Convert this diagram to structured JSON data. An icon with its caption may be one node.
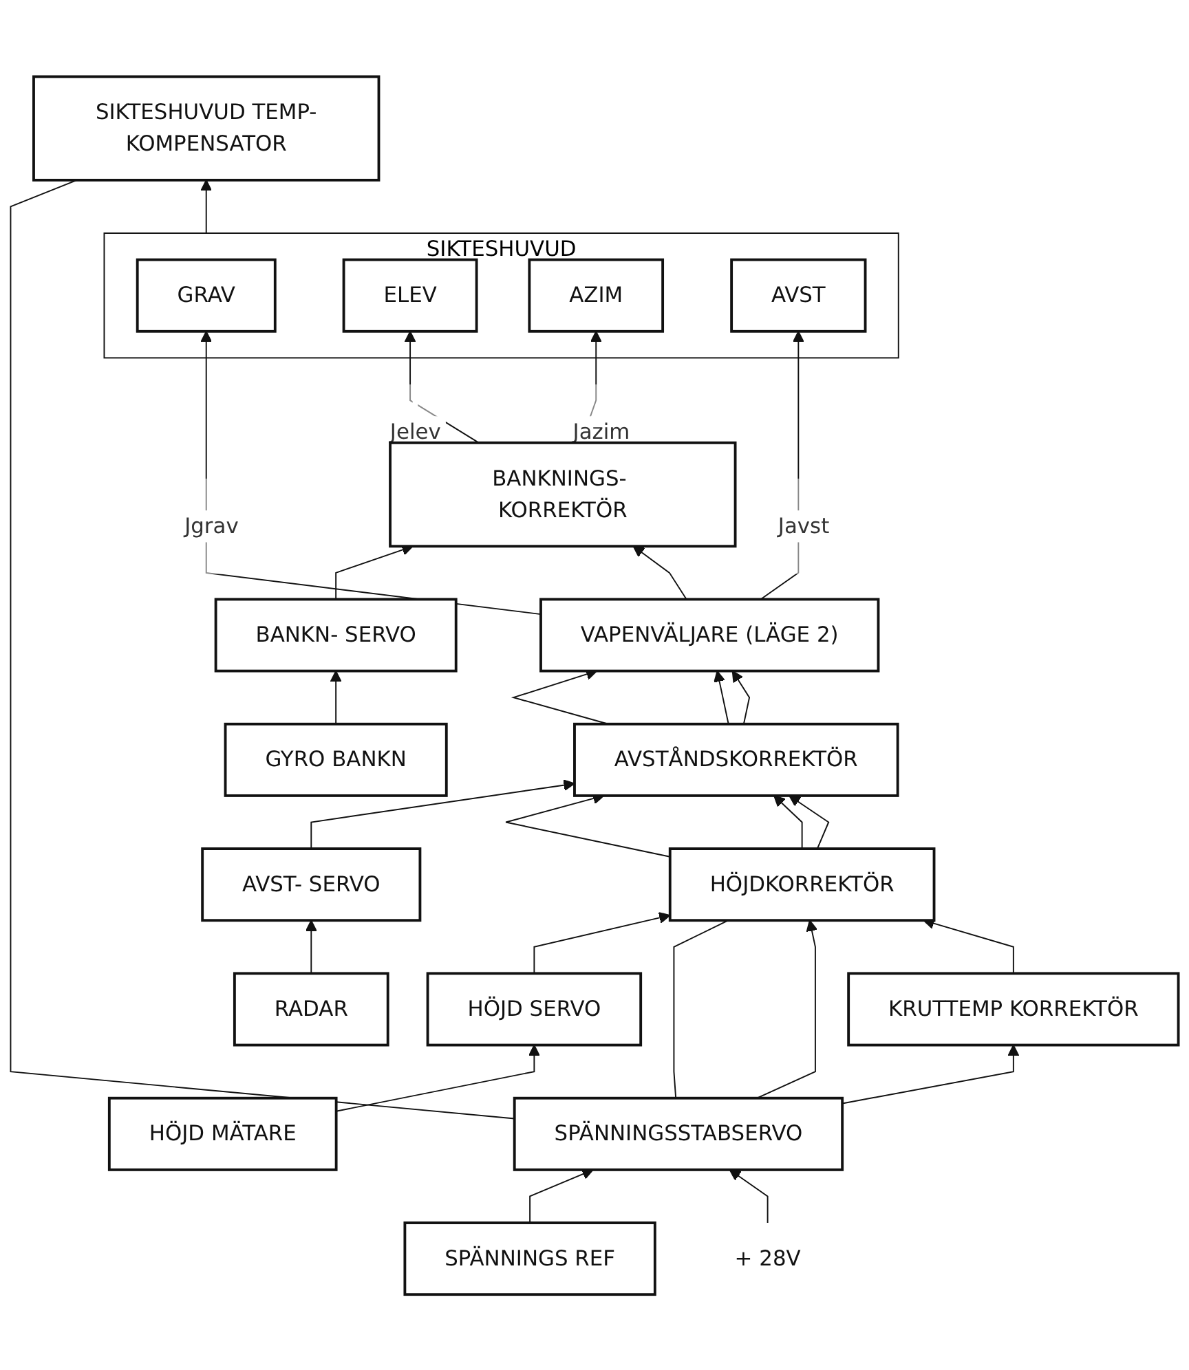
{
  "diagram": {
    "nodes": [
      {
        "text": [
          "SIKTESHUVUD"
        ]
      },
      {
        "text": [
          "GRAV"
        ],
        "in": 0
      },
      {
        "text": [
          "ELEV"
        ],
        "in": 0
      },
      {
        "text": [
          "AZIM"
        ],
        "in": 0
      },
      {
        "text": [
          "AVST"
        ],
        "in": 0
      },
      {
        "text": [
          "GYRO BANKN"
        ]
      },
      {
        "text": [
          "BANKN- SERVO"
        ]
      },
      {
        "text": [
          "BANKNINGS- KORREKTÖR"
        ]
      },
      {
        "text": [
          "VAPENVÄLJARE (LÄGE 2)"
        ]
      },
      {
        "text": [
          "RADAR"
        ]
      },
      {
        "text": [
          "AVST- SERVO"
        ]
      },
      {
        "text": [
          "AVSTÅNDSKORREKTÖR"
        ]
      },
      {
        "text": [
          "HÖJD MÄTARE"
        ]
      },
      {
        "text": [
          "HÖJD SERVO"
        ]
      },
      {
        "text": [
          "HÖJDKORREKTÖR"
        ]
      },
      {
        "text": [
          "KRUTTEMP KORREKTÖR"
        ]
      },
      {
        "text": [
          "SIKTESHUVUD TEMP-KOMPENSATOR"
        ]
      },
      {
        "text": [
          "SPÄNNINGS REF"
        ]
      },
      {
        "text": [
          "SPÄNNINGSSTABSERVO"
        ]
      },
      {
        "text": [
          "+ 28V"
        ]
      }
    ],
    "edges": [
      {
        "from": 5,
        "to": 6,
        "arrow": "to"
      },
      {
        "from": 6,
        "to": 7,
        "arrow": "to"
      },
      {
        "from": 8,
        "to": 1,
        "arrow": "to",
        "label": "Jgrav"
      },
      {
        "from": 7,
        "to": 2,
        "arrow": "to",
        "label": "Jelev"
      },
      {
        "from": 7,
        "to": 3,
        "arrow": "to",
        "label": "Jazim"
      },
      {
        "from": 8,
        "to": 4,
        "arrow": "to",
        "label": "Javst"
      },
      {
        "from": 8,
        "to": 7,
        "arrow": "to"
      },
      {
        "from": 11,
        "to": 8,
        "arrow": "to"
      },
      {
        "from": 11,
        "to": 8,
        "arrow": "to"
      },
      {
        "from": 11,
        "to": 8,
        "arrow": "to"
      },
      {
        "from": 9,
        "to": 10,
        "arrow": "to"
      },
      {
        "from": 10,
        "to": 11,
        "arrow": "to"
      },
      {
        "from": 14,
        "to": 11,
        "arrow": "to"
      },
      {
        "from": 14,
        "to": 11,
        "arrow": "to"
      },
      {
        "from": 14,
        "to": 11,
        "arrow": "to"
      },
      {
        "from": 12,
        "to": 13,
        "arrow": "to"
      },
      {
        "from": 13,
        "to": 14,
        "arrow": "to"
      },
      {
        "from": 18,
        "to": 14,
        "arrow": "none"
      },
      {
        "from": 18,
        "to": 14,
        "arrow": "to"
      },
      {
        "from": 18,
        "to": 15,
        "arrow": "to"
      },
      {
        "from": 15,
        "to": 14,
        "arrow": "to"
      },
      {
        "from": 0,
        "to": 16,
        "arrow": "to"
      },
      {
        "from": 18,
        "to": 16,
        "arrow": "none"
      },
      {
        "from": 17,
        "to": 18,
        "arrow": "to"
      },
      {
        "from": 19,
        "to": 18,
        "arrow": "to"
      }
    ]
  }
}
